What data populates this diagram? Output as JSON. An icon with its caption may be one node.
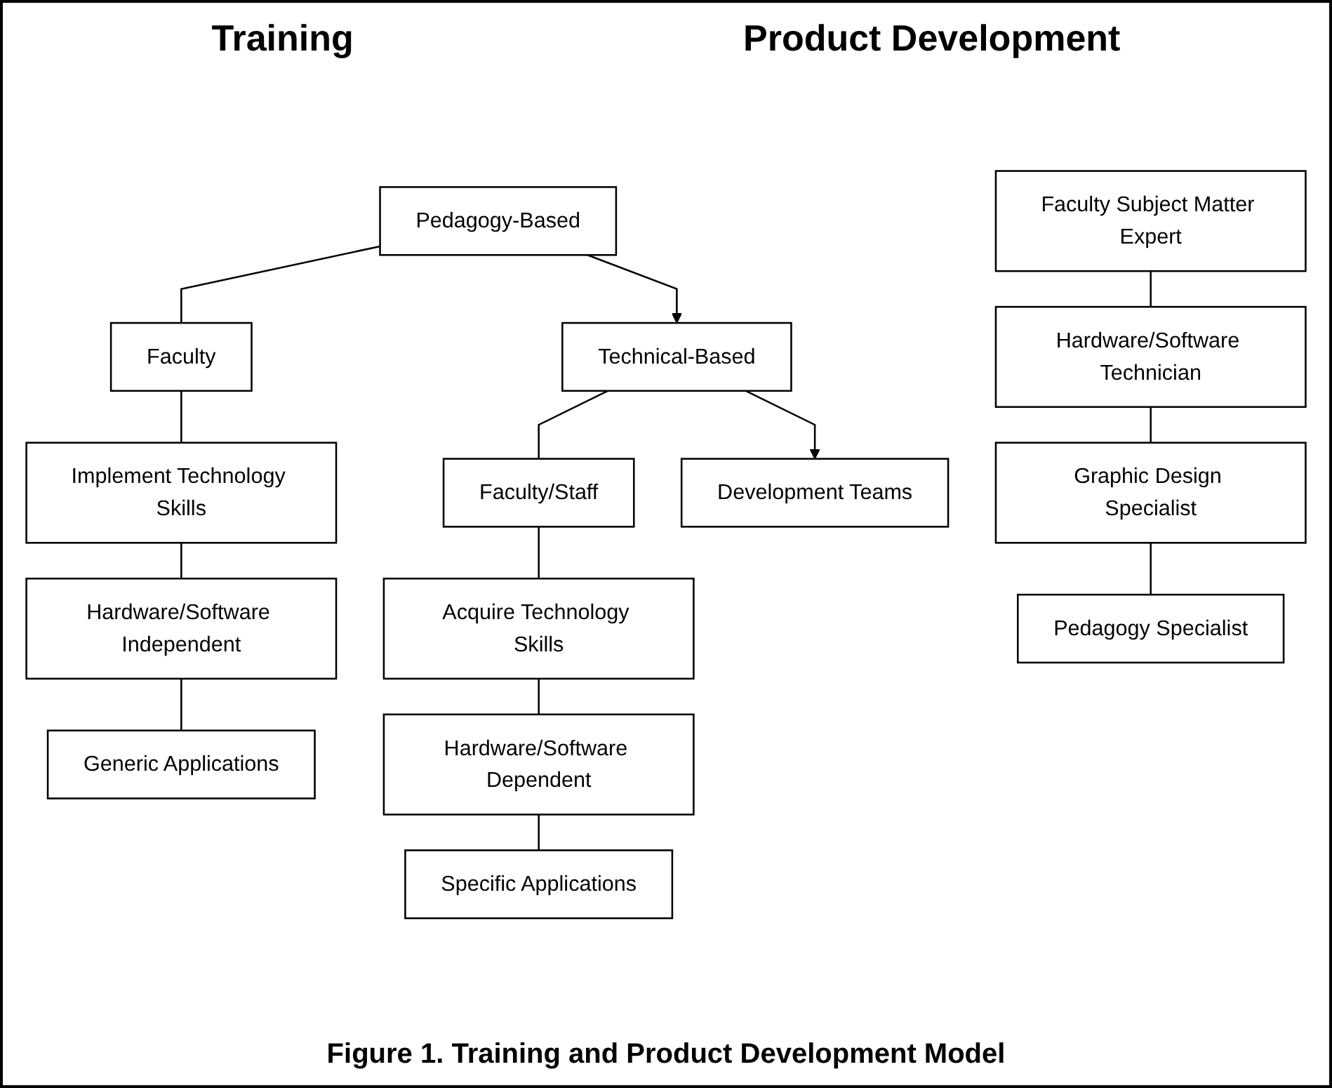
{
  "diagram": {
    "caption": "Figure 1. Training and Product Development Model",
    "nodes": [
      {
        "text": [
          "Pedagogy-Based"
        ]
      },
      {
        "text": [
          "Faculty"
        ]
      },
      {
        "text": [
          "Implement Technology Skills"
        ]
      },
      {
        "text": [
          "Hardware/Software Independent"
        ]
      },
      {
        "text": [
          "Generic Applications"
        ]
      },
      {
        "text": [
          "Technical-Based"
        ]
      },
      {
        "text": [
          "Faculty/Staff"
        ]
      },
      {
        "text": [
          "Acquire Technology Skills"
        ]
      },
      {
        "text": [
          "Hardware/Software Dependent"
        ]
      },
      {
        "text": [
          "Specific Applications"
        ]
      },
      {
        "text": [
          "Development Teams"
        ]
      },
      {
        "text": [
          "Faculty Subject Matter Expert"
        ]
      },
      {
        "text": [
          "Hardware/Software Technician"
        ]
      },
      {
        "text": [
          "Graphic Design Specialist"
        ]
      },
      {
        "text": [
          "Pedagogy Specialist"
        ]
      }
    ],
    "edges": [
      {
        "from": 0,
        "to": 5,
        "arrow": "to"
      },
      {
        "from": 5,
        "to": 10,
        "arrow": "to"
      },
      {
        "from": 0,
        "to": 1,
        "arrow": "none"
      },
      {
        "from": 1,
        "to": 2,
        "arrow": "none"
      },
      {
        "from": 2,
        "to": 3,
        "arrow": "none"
      },
      {
        "from": 3,
        "to": 4,
        "arrow": "none"
      },
      {
        "from": 5,
        "to": 6,
        "arrow": "none"
      },
      {
        "from": 6,
        "to": 7,
        "arrow": "none"
      },
      {
        "from": 7,
        "to": 8,
        "arrow": "none"
      },
      {
        "from": 8,
        "to": 9,
        "arrow": "none"
      },
      {
        "from": 11,
        "to": 12,
        "arrow": "none"
      },
      {
        "from": 12,
        "to": 13,
        "arrow": "none"
      },
      {
        "from": 13,
        "to": 14,
        "arrow": "none"
      }
    ],
    "labels": [
      "Training",
      "Product Development"
    ]
  }
}
